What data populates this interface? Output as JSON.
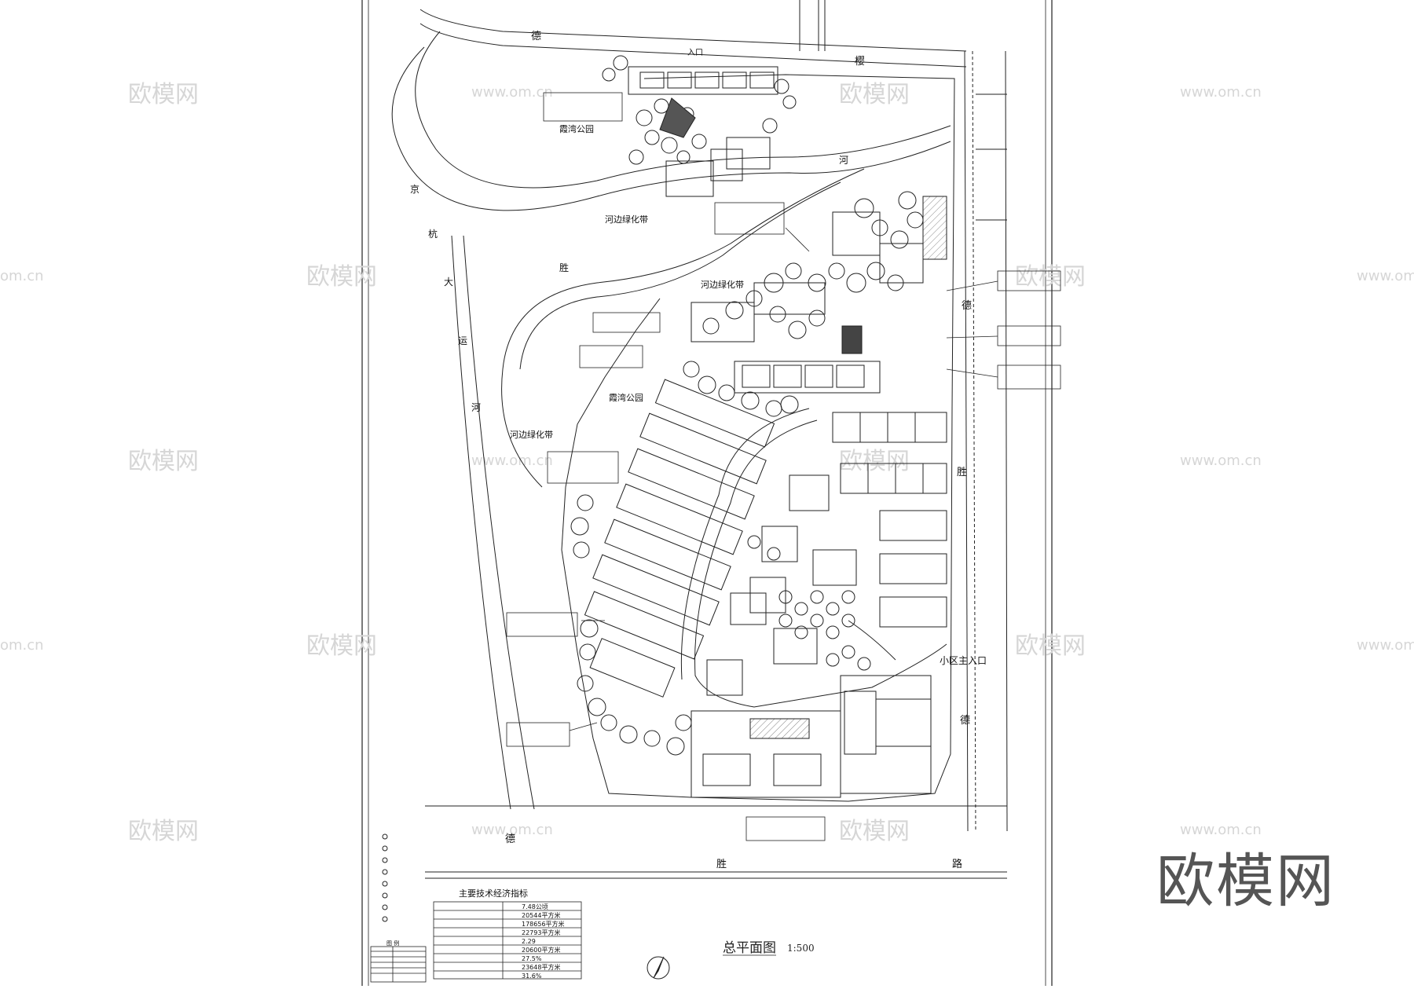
{
  "plan": {
    "title": "总平面图",
    "scale": "1:500",
    "road_top_left": "德",
    "road_top_right": "樱",
    "entrance_top": "入口",
    "canal_label_chars": [
      "京",
      "杭",
      "大",
      "运",
      "河"
    ],
    "river_chars": [
      "胜",
      "河"
    ],
    "road_right_chars": [
      "德",
      "胜",
      "德"
    ],
    "road_bottom_chars": [
      "德",
      "胜",
      "路"
    ],
    "parks": [
      "霞湾公园",
      "霞湾公园"
    ],
    "green_belts": [
      "河边绿化带",
      "河边绿化带",
      "河边绿化带"
    ],
    "main_entrance": "小区主入口",
    "table_title": "主要技术经济指标",
    "table_values": [
      "7.48公顷",
      "20544平方米",
      "178656平方米",
      "22793平方米",
      "2.29",
      "20600平方米",
      "27.5%",
      "23648平方米",
      "31.6%"
    ],
    "legend_title": "图 例"
  },
  "watermarks": {
    "logo_text": "欧模网",
    "url": "www.om.cn",
    "url_partial": "om.cn",
    "big_logo": "欧模网"
  },
  "colors": {
    "ink": "#1a1a1a",
    "watermark": "#d8d8d8"
  }
}
